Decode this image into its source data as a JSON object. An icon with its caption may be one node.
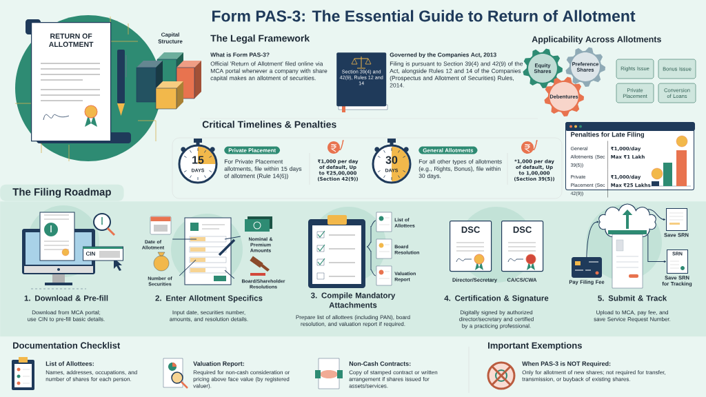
{
  "diagram": {
    "title": "Form PAS-3: The Essential Guide to Return of Allotment",
    "nodes": [
      {
        "text": [
          "RETURN OF ALLOTMENT"
        ]
      },
      {
        "text": [
          "Section 39(4) and 42(9), Rules 12 and 14"
        ]
      },
      {
        "text": [
          "Equity Shares"
        ]
      },
      {
        "text": [
          "Preference Shares"
        ]
      },
      {
        "text": [
          "Debentures"
        ]
      },
      {
        "text": [
          "Rights Issue"
        ]
      },
      {
        "text": [
          "Bonus Issue"
        ]
      },
      {
        "text": [
          "Private Placement"
        ]
      },
      {
        "text": [
          "Conversion of Loans"
        ]
      },
      {
        "text": [
          "15",
          "DAYS"
        ]
      },
      {
        "text": [
          "Private Placement"
        ]
      },
      {
        "text": [
          "30",
          "DAYS"
        ]
      },
      {
        "text": [
          "General Allotments"
        ]
      },
      {
        "text": [
          "Penalties for Late Filing",
          "General Allotments (Sec 39(5))",
          "₹1,000/day Max ₹1 Lakh",
          "Private Placement (Sec 42(9))",
          "₹1,000/day Max ₹25 Lakhs"
        ]
      },
      {
        "text": [
          "The Filing Roadmap"
        ]
      },
      {
        "text": [
          "CIN"
        ],
        "in": 14
      },
      {
        "text": [
          "Date of Allotment"
        ],
        "in": 14
      },
      {
        "text": [
          "Nominal & Premium Amounts"
        ],
        "in": 14
      },
      {
        "text": [
          "Number of Securities"
        ],
        "in": 14
      },
      {
        "text": [
          "Board/Shareholder Resolutions"
        ],
        "in": 14
      },
      {
        "text": [
          "DSC"
        ],
        "beside": [
          "Director/Secretary"
        ],
        "in": 14
      },
      {
        "text": [
          "DSC"
        ],
        "beside": [
          "CA/CS/CWA"
        ],
        "in": 14
      },
      {
        "text": [],
        "shape": "picture",
        "beside": [
          "Pay Filing Fee"
        ],
        "in": 14
      },
      {
        "text": [],
        "shape": "cloud",
        "in": 14
      },
      {
        "text": [],
        "shape": "picture",
        "beside": [
          "Save SRN"
        ],
        "in": 14
      },
      {
        "text": [
          "SRN"
        ],
        "beside": [
          "Save SRN for Tracking"
        ],
        "in": 14
      }
    ],
    "edges": [
      {
        "from": 16,
        "to": null,
        "arrow": "none"
      },
      {
        "from": 17,
        "to": null,
        "arrow": "none"
      },
      {
        "from": 18,
        "to": null,
        "arrow": "none"
      },
      {
        "from": 19,
        "to": null,
        "arrow": "none"
      },
      {
        "from": 22,
        "to": 23,
        "arrow": "to"
      },
      {
        "from": 23,
        "to": 24,
        "arrow": "to"
      },
      {
        "from": 23,
        "to": 25,
        "arrow": "to"
      }
    ],
    "labels": [
      "Capital Structure",
      "The Legal Framework",
      "What is Form PAS-3?",
      "Official 'Return of Allotment' filed online via MCA portal whenever a company with share capital makes an allotment of securities.",
      "Governed by the Companies Act, 2013",
      "Filing is pursuant to Section 39(4) and 42(9) of the Act, alongside Rules 12 and 14 of the Companies (Prospectus and Allotment of Securities) Rules, 2014.",
      "Applicability Across Allotments",
      "Critical Timelines & Penalties",
      "For Private Placement allotments, file within 15 days of allotment (Rule 14(6))",
      "₹1,000 per day of default, Up to ₹25,00,000 (Section 42(9))",
      "For all other types of allotments (e.g., Rights, Bonus), file within 30 days.",
      "*1,000 per day of default, Up to 1,00,000 (Section 39(5))",
      "1. Download & Pre-fill",
      "Download from MCA portal; use CIN to pre-fill basic details.",
      "2. Enter Allotment Specifics",
      "Input date, securities number, amounts, and resolution details.",
      "List of Allottees",
      "Board Resolution",
      "Valuation Report",
      "3. Compile Mandatory Attachments",
      "Prepare list of allottees (including PAN), board resolution, and valuation report if required.",
      "4. Certification & Signature",
      "Digitally signed by authorized director/secretary and certified by a practicing professional.",
      "5. Submit & Track",
      "Upload to MCA, pay fee, and save Service Request Number.",
      "Documentation Checklist",
      "List of Allottees:",
      "Names, addresses, occupations, and number of shares for each person.",
      "Valuation Report:",
      "Required for non-cash consideration or pricing above face value (by registered valuer).",
      "Non-Cash Contracts:",
      "Copy of stamped contract or written arrangement if shares issued for assets/services.",
      "Important Exemptions",
      "When PAS-3 is NOT Required:",
      "Only for allotment of new shares; not required for transfer, transmission, or buyback of existing shares."
    ]
  }
}
